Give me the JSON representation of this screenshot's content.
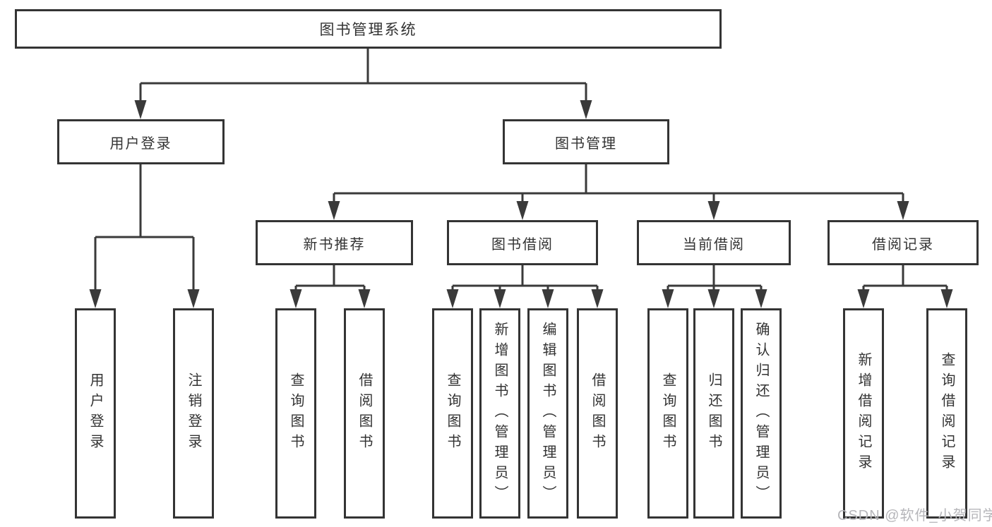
{
  "diagram": {
    "root": {
      "label": "图书管理系统"
    },
    "level2": [
      {
        "label": "用户登录"
      },
      {
        "label": "图书管理"
      }
    ],
    "level3": [
      {
        "label": "新书推荐"
      },
      {
        "label": "图书借阅"
      },
      {
        "label": "当前借阅"
      },
      {
        "label": "借阅记录"
      }
    ],
    "leaves": [
      {
        "label": "用户登录"
      },
      {
        "label": "注销登录"
      },
      {
        "label": "查询图书"
      },
      {
        "label": "借阅图书"
      },
      {
        "label": "查询图书"
      },
      {
        "label": "新增图书（管理员）"
      },
      {
        "label": "编辑图书（管理员）"
      },
      {
        "label": "借阅图书"
      },
      {
        "label": "查询图书"
      },
      {
        "label": "归还图书"
      },
      {
        "label": "确认归还（管理员）"
      },
      {
        "label": "新增借阅记录"
      },
      {
        "label": "查询借阅记录"
      }
    ]
  },
  "watermark": {
    "text": "CSDN @软件_小贺同学"
  },
  "colors": {
    "line": "#3a3a3a",
    "box_border": "#343434",
    "text": "#333333",
    "watermark": "#b6b6ba",
    "background": "#ffffff"
  }
}
